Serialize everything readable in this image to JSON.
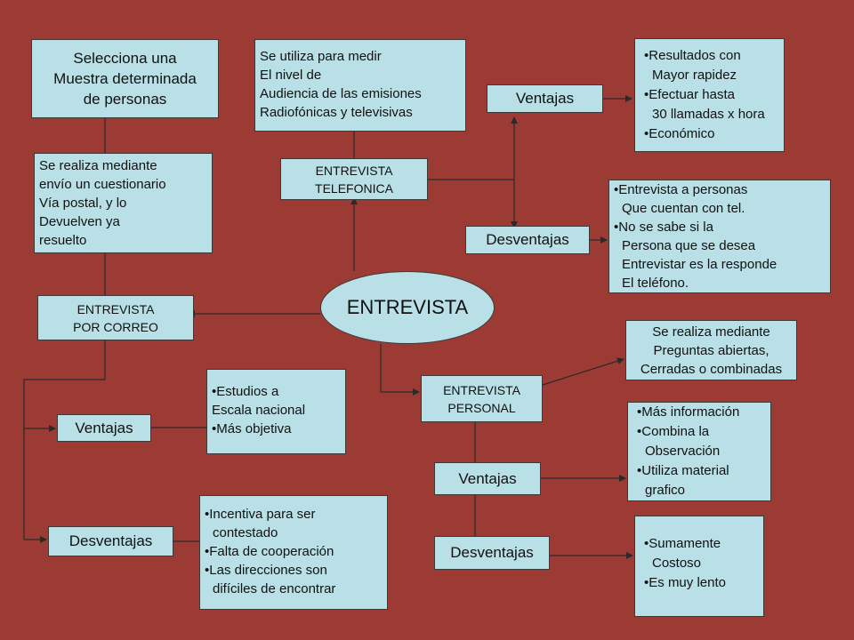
{
  "center": "ENTREVISTA",
  "correo": {
    "title": [
      "ENTREVISTA",
      "POR CORREO"
    ],
    "intro": [
      "Selecciona una",
      "Muestra determinada",
      "de personas"
    ],
    "desc": [
      "Se realiza mediante",
      "envío un cuestionario",
      "Vía postal, y lo",
      "Devuelven ya",
      "resuelto"
    ],
    "ventajas_label": "Ventajas",
    "ventajas": [
      "Estudios a",
      "Escala nacional",
      "Más objetiva"
    ],
    "desventajas_label": "Desventajas",
    "desventajas": [
      "Incentiva para ser",
      "contestado",
      "Falta de cooperación",
      "Las direcciones son",
      "difíciles de encontrar"
    ]
  },
  "telefonica": {
    "title": [
      "ENTREVISTA",
      "TELEFONICA"
    ],
    "desc": [
      "Se utiliza para medir",
      "El nivel de",
      "Audiencia de las emisiones",
      "Radiofónicas y televisivas"
    ],
    "ventajas_label": "Ventajas",
    "ventajas": [
      "Resultados con",
      "Mayor rapidez",
      "Efectuar hasta",
      "30 llamadas x hora",
      "Económico"
    ],
    "desventajas_label": "Desventajas",
    "desventajas": [
      "Entrevista a personas",
      "Que cuentan con tel.",
      "No se sabe si la",
      "Persona que se desea",
      "Entrevistar es la responde",
      "El teléfono."
    ]
  },
  "personal": {
    "title": [
      "ENTREVISTA",
      "PERSONAL"
    ],
    "desc": [
      "Se realiza mediante",
      "Preguntas abiertas,",
      "Cerradas o combinadas"
    ],
    "ventajas_label": "Ventajas",
    "ventajas": [
      "Más información",
      "Combina la",
      "Observación",
      "Utiliza material",
      "grafico"
    ],
    "desventajas_label": "Desventajas",
    "desventajas": [
      "Sumamente",
      "Costoso",
      "Es muy lento"
    ]
  }
}
